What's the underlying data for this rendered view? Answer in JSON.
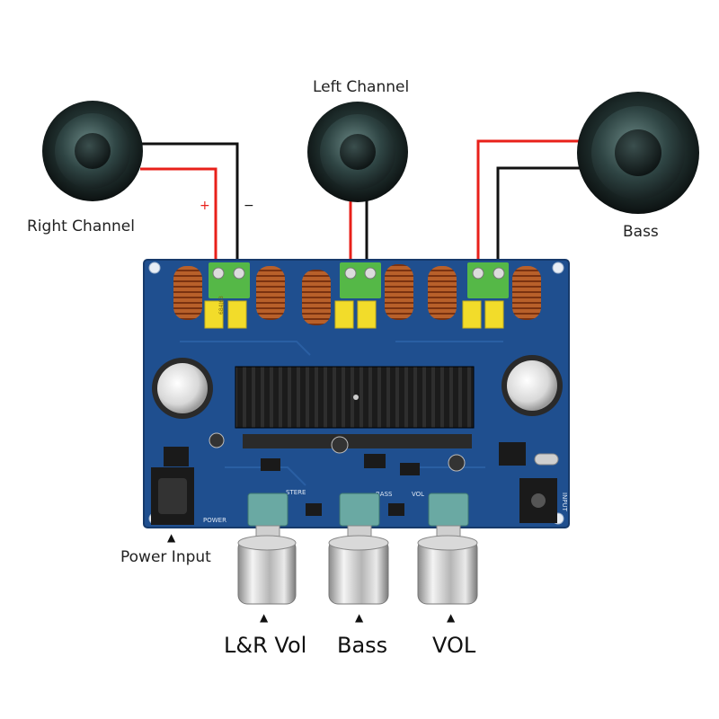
{
  "labels": {
    "left_channel": "Left Channel",
    "right_channel": "Right Channel",
    "bass_speaker": "Bass",
    "power_input": "Power Input",
    "knob_lr_vol": "L&R Vol",
    "knob_bass": "Bass",
    "knob_vol": "VOL",
    "plus_sign": "+",
    "minus_sign": "−",
    "arrow_glyph": "▲"
  },
  "board": {
    "silkscreen": {
      "stereo": "STERE",
      "bass": "BASS",
      "vol": "VOL",
      "power": "POWER",
      "input": "INPUT",
      "cap_value": "684J63"
    }
  },
  "colors": {
    "board": "#1f4f8f",
    "wire_red": "#e8201a",
    "wire_black": "#111111",
    "terminal_green": "#55b847",
    "capacitor_yellow": "#f2dc2a",
    "heatsink": "#1a1a1a",
    "knob_metal": "#c9c9c9",
    "pot_teal": "#6aa9a3"
  }
}
